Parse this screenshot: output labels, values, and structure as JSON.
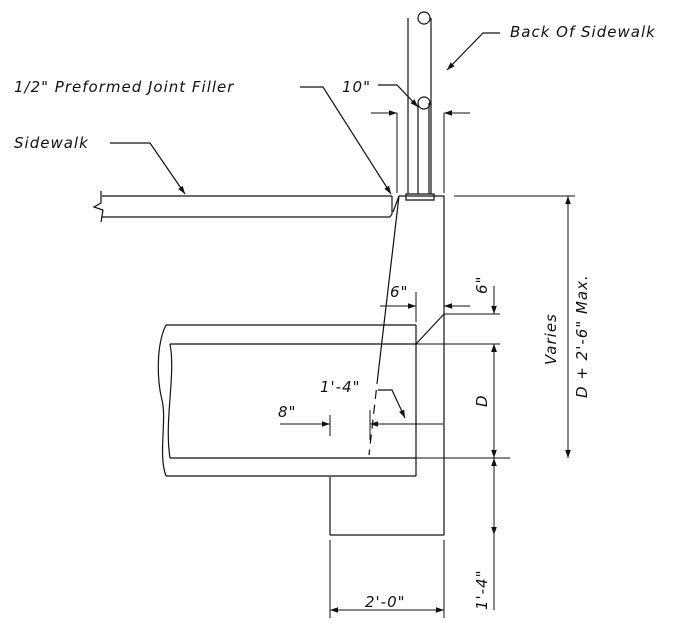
{
  "labels": {
    "back_of_sidewalk": "Back Of Sidewalk",
    "joint_filler": "1/2\" Preformed Joint Filler",
    "sidewalk": "Sidewalk",
    "dim_10in": "10\"",
    "dim_6in_horizontal": "6\"",
    "dim_6in_vertical": "6\"",
    "dim_1ft4in_diagonal": "1'-4\"",
    "dim_8in": "8\"",
    "dim_D": "D",
    "dim_varies": "Varies",
    "dim_varies_formula": "D + 2'-6\" Max.",
    "dim_1ft4in_vertical": "1'-4\"",
    "dim_2ft0in": "2'-0\""
  }
}
